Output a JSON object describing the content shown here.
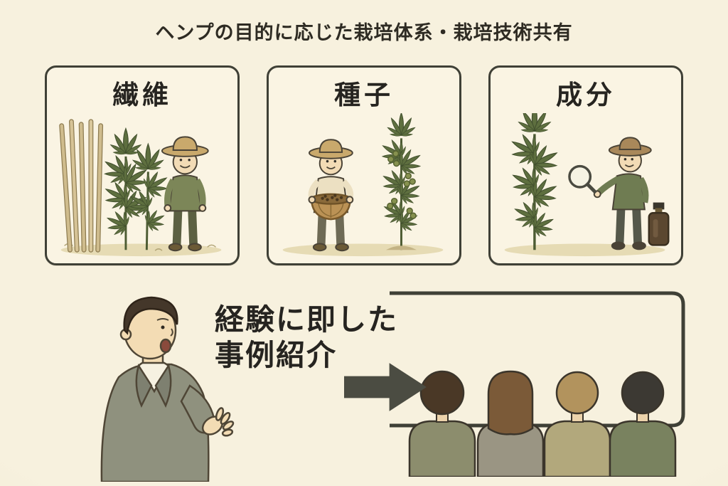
{
  "title": "ヘンプの目的に応じた栽培体系・栽培技術共有",
  "panels": [
    {
      "id": "fiber",
      "label": "繊維"
    },
    {
      "id": "seed",
      "label": "種子"
    },
    {
      "id": "component",
      "label": "成分"
    }
  ],
  "bottom": {
    "caption_line1": "経験に即した",
    "caption_line2": "事例紹介"
  },
  "illustrations": {
    "fiber_scene": "hemp-stalk-bundle, hemp-plants, farmer-with-straw-hat",
    "seed_scene": "farmer-holding-seed-basket, hemp-plant-with-seeds",
    "component_scene": "hemp-plant, researcher-with-magnifying-glass, extract-bottle",
    "presenter": "man-in-suit-presenting",
    "audience": "four-listeners-back-view",
    "arrow": "right-arrow"
  },
  "colors": {
    "background": "#f6efda",
    "panel_background": "#faf4e3",
    "panel_border": "#3f4036",
    "text": "#2b2922",
    "plant_green": "#5e6f3f",
    "arrow": "#4b4c42"
  }
}
